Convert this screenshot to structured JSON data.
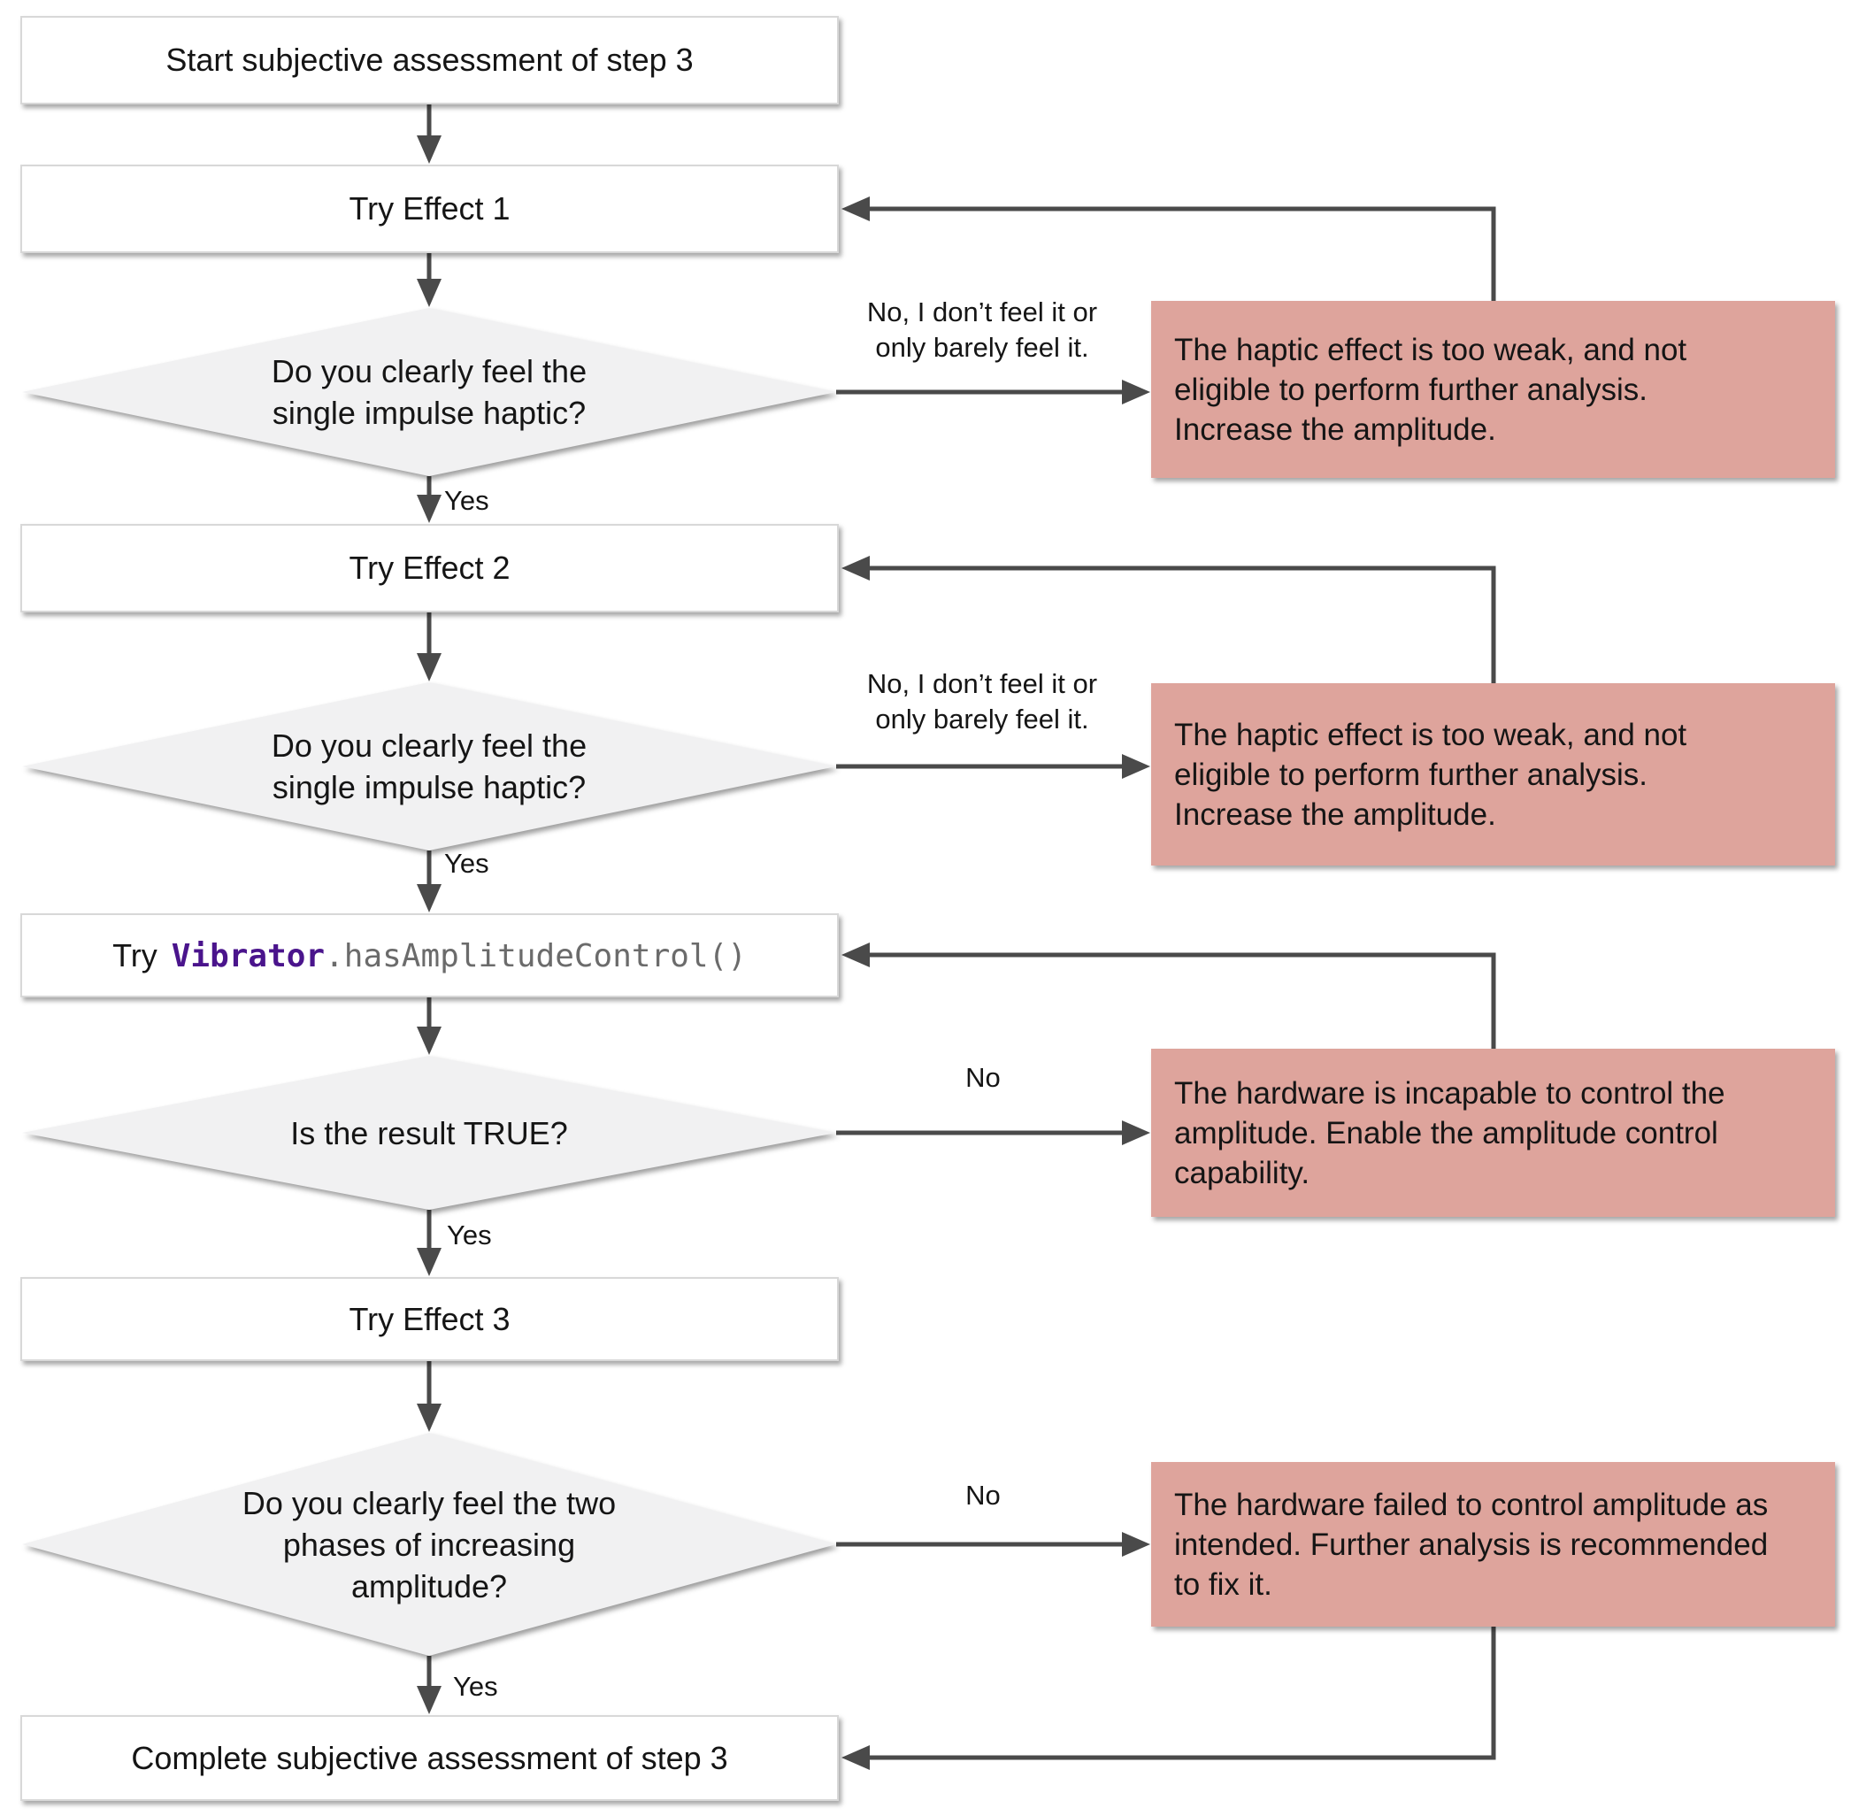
{
  "flowchart": {
    "nodes": {
      "start": {
        "label": "Start subjective assessment of step 3"
      },
      "try_effect_1": {
        "label": "Try Effect 1"
      },
      "decision_1": {
        "lines": [
          "Do you clearly feel the",
          "single impulse haptic?"
        ]
      },
      "try_effect_2": {
        "label": "Try Effect 2"
      },
      "decision_2": {
        "lines": [
          "Do you clearly feel the",
          "single impulse haptic?"
        ]
      },
      "try_api": {
        "prefix": "Try",
        "code_class": "Vibrator",
        "code_method": ".hasAmplitudeControl()"
      },
      "decision_3": {
        "lines": [
          "Is the result TRUE?"
        ]
      },
      "try_effect_3": {
        "label": "Try Effect 3"
      },
      "decision_4": {
        "lines": [
          "Do you clearly feel the two",
          "phases of increasing",
          "amplitude?"
        ]
      },
      "complete": {
        "label": "Complete subjective assessment of step 3"
      }
    },
    "error_boxes": {
      "too_weak_1": {
        "lines": [
          "The haptic effect is too weak, and not",
          "eligible to perform further analysis.",
          "Increase the amplitude."
        ]
      },
      "too_weak_2": {
        "lines": [
          "The haptic effect is too weak, and not",
          "eligible to perform further analysis.",
          "Increase the amplitude."
        ]
      },
      "no_amplitude_control": {
        "lines": [
          "The hardware is incapable to control the",
          "amplitude. Enable the amplitude control",
          "capability."
        ]
      },
      "failed_control": {
        "lines": [
          "The hardware failed to control amplitude as",
          "intended. Further analysis is recommended",
          "to fix it."
        ]
      }
    },
    "edge_labels": {
      "no_feel_1": {
        "lines": [
          "No, I don’t feel it or",
          "only barely feel it."
        ]
      },
      "no_feel_2": {
        "lines": [
          "No, I don’t feel it or",
          "only barely feel it."
        ]
      },
      "no_3": "No",
      "no_4": "No",
      "yes_1": "Yes",
      "yes_2": "Yes",
      "yes_3": "Yes",
      "yes_4": "Yes"
    },
    "colors": {
      "error_box_fill": "#DEA49C",
      "decision_fill": "#F1F1F2",
      "process_fill": "#FFFFFF",
      "process_border": "#D8D8D8",
      "connector": "#4A4A4A",
      "code_class_color": "#4A148C",
      "code_method_color": "#6B6B6B",
      "text": "#151515"
    }
  }
}
